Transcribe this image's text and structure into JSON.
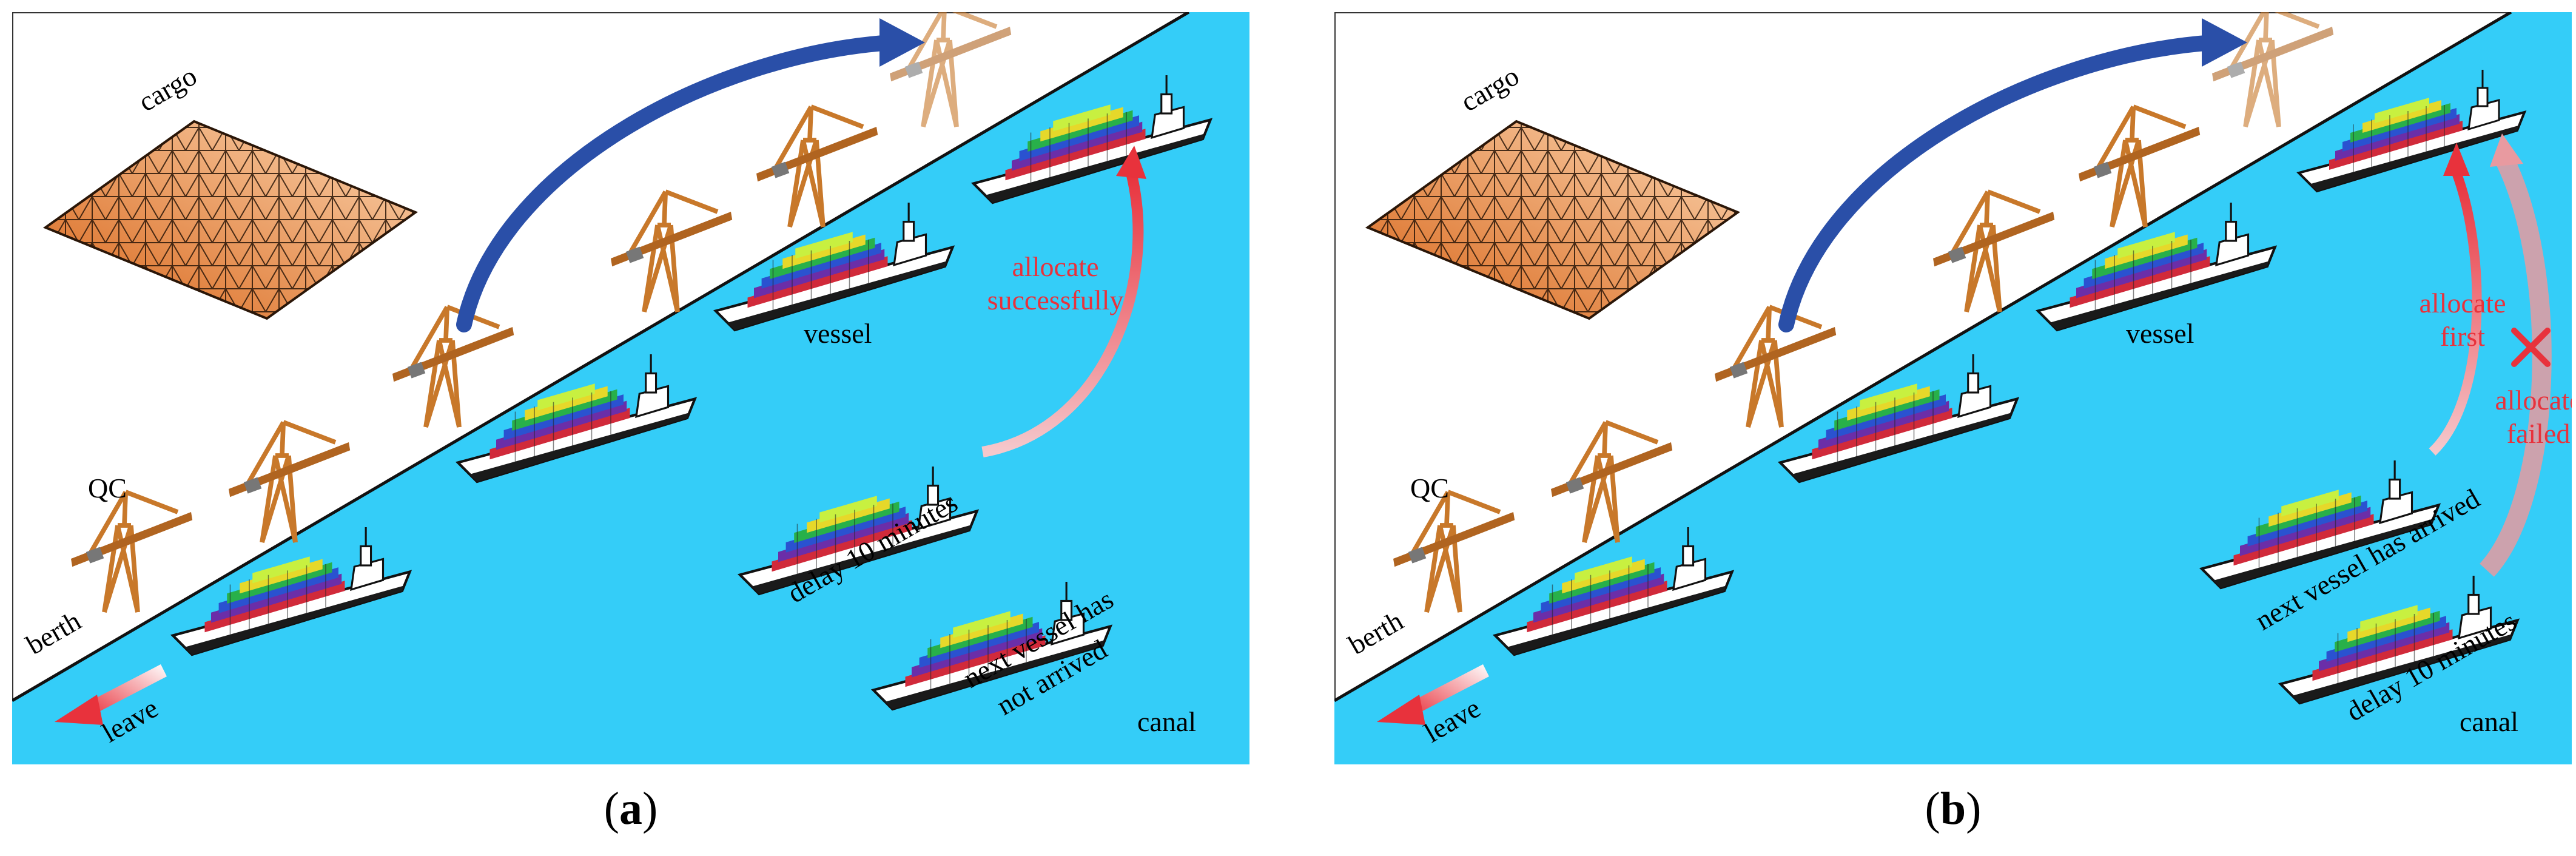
{
  "panels": [
    {
      "id": "a",
      "caption_open": "(",
      "caption_letter": "a",
      "caption_close": ")",
      "labels": {
        "cargo": "cargo",
        "qc": "QC",
        "berth": "berth",
        "vessel": "vessel",
        "allocate_line1": "allocate",
        "allocate_line2": "successfully",
        "delay": "delay 10 minutes",
        "next_line1": "next vessel has",
        "next_line2": "not arrived",
        "canal": "canal",
        "leave": "leave"
      }
    },
    {
      "id": "b",
      "caption_open": "(",
      "caption_letter": "b",
      "caption_close": ")",
      "labels": {
        "cargo": "cargo",
        "qc": "QC",
        "berth": "berth",
        "vessel": "vessel",
        "allocate_first_line1": "allocate",
        "allocate_first_line2": "first",
        "allocate_failed_line1": "allocate",
        "allocate_failed_line2": "failed",
        "next_arrived": "next vessel has arrived",
        "delay": "delay 10 minutes",
        "canal": "canal",
        "leave": "leave"
      }
    }
  ],
  "colors": {
    "water": "#34cdf8",
    "cargo": "#e07c2a",
    "crane": "#c8782a",
    "arrow_blue": "#2a4fa8",
    "arrow_red": "#e8323c",
    "label_red": "#e8323c",
    "hull": "#ffffff"
  }
}
